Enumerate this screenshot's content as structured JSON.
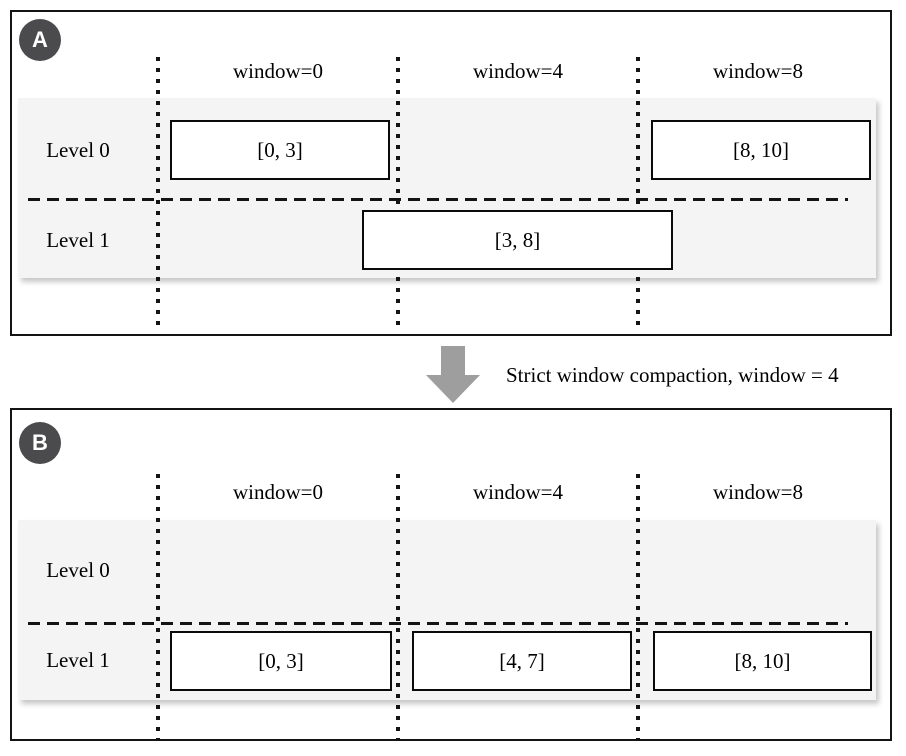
{
  "panel_a": {
    "badge": "A",
    "columns": [
      "window=0",
      "window=4",
      "window=8"
    ],
    "levels": [
      "Level 0",
      "Level 1"
    ],
    "boxes": {
      "level0_window0": "[0, 3]",
      "level0_window8": "[8, 10]",
      "level1_span": "[3, 8]"
    }
  },
  "transition": {
    "caption": "Strict window compaction, window = 4",
    "arrow_icon": "down-arrow"
  },
  "panel_b": {
    "badge": "B",
    "columns": [
      "window=0",
      "window=4",
      "window=8"
    ],
    "levels": [
      "Level 0",
      "Level 1"
    ],
    "boxes": {
      "level1_window0": "[0, 3]",
      "level1_window4": "[4, 7]",
      "level1_window8": "[8, 10]"
    }
  },
  "colors": {
    "band": "#f4f4f4",
    "badge_bg": "#4b4b4d",
    "arrow": "#9e9e9e",
    "line": "#141414"
  }
}
